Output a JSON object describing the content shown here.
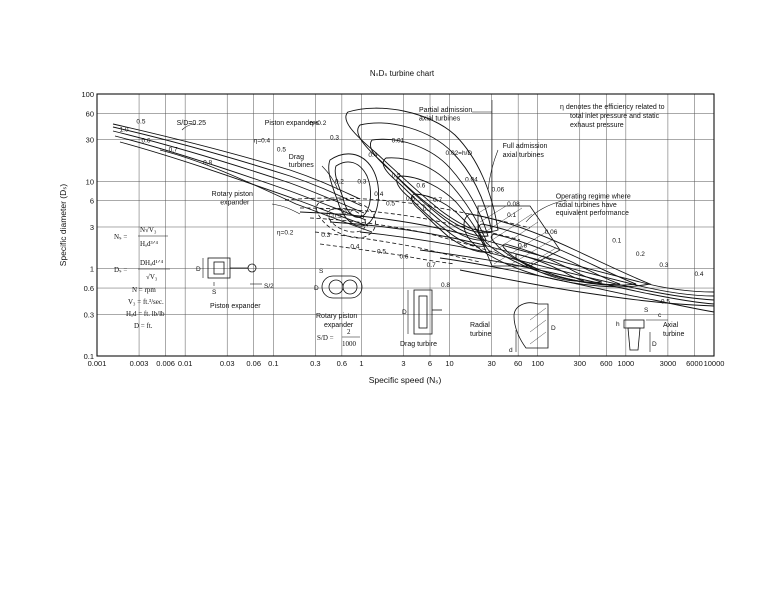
{
  "chart_data": {
    "type": "line",
    "title": "NₛDₛ turbine chart",
    "xlabel": "Specific speed (Nₛ)",
    "ylabel": "Specific diameter (Dₛ)",
    "x_scale": "log",
    "y_scale": "log",
    "xlim": [
      0.001,
      10000
    ],
    "ylim": [
      0.1,
      100
    ],
    "grid": true,
    "x_ticks": [
      {
        "label": "0.001",
        "value": 0.001
      },
      {
        "label": "0.003",
        "value": 0.003
      },
      {
        "label": "0.006",
        "value": 0.006
      },
      {
        "label": "0.01",
        "value": 0.01
      },
      {
        "label": "0.03",
        "value": 0.03
      },
      {
        "label": "0.06",
        "value": 0.06
      },
      {
        "label": "0.1",
        "value": 0.1
      },
      {
        "label": "0.3",
        "value": 0.3
      },
      {
        "label": "0.6",
        "value": 0.6
      },
      {
        "label": "1",
        "value": 1
      },
      {
        "label": "3",
        "value": 3
      },
      {
        "label": "6",
        "value": 6
      },
      {
        "label": "10",
        "value": 10
      },
      {
        "label": "30",
        "value": 30
      },
      {
        "label": "60",
        "value": 60
      },
      {
        "label": "100",
        "value": 100
      },
      {
        "label": "300",
        "value": 300
      },
      {
        "label": "600",
        "value": 600
      },
      {
        "label": "1000",
        "value": 1000
      },
      {
        "label": "3000",
        "value": 3000
      },
      {
        "label": "6000",
        "value": 6000
      },
      {
        "label": "10000",
        "value": 10000
      }
    ],
    "y_ticks": [
      {
        "label": "100",
        "value": 100
      },
      {
        "label": "60",
        "value": 60
      },
      {
        "label": "30",
        "value": 30
      },
      {
        "label": "10",
        "value": 10
      },
      {
        "label": "6",
        "value": 6
      },
      {
        "label": "3",
        "value": 3
      },
      {
        "label": "1",
        "value": 1
      },
      {
        "label": "0.6",
        "value": 0.6
      },
      {
        "label": "0.3",
        "value": 0.3
      },
      {
        "label": "0.1",
        "value": 0.1
      }
    ],
    "region_labels": [
      {
        "text": "S/D=0.25",
        "x": 0.008,
        "y": 44
      },
      {
        "text": "Piston expanders",
        "x": 0.08,
        "y": 44
      },
      {
        "text": "Partial admission",
        "x": 4.5,
        "y": 62
      },
      {
        "text": "axial turbines",
        "x": 4.5,
        "y": 50
      },
      {
        "text": "Full admission",
        "x": 40,
        "y": 24
      },
      {
        "text": "axial turbines",
        "x": 40,
        "y": 19
      },
      {
        "text": "Drag",
        "x": 0.15,
        "y": 18
      },
      {
        "text": "turbines",
        "x": 0.15,
        "y": 14.5
      },
      {
        "text": "Rotary piston",
        "x": 0.02,
        "y": 6.8
      },
      {
        "text": "expander",
        "x": 0.025,
        "y": 5.4
      },
      {
        "text": "Operating regime where",
        "x": 160,
        "y": 6.4
      },
      {
        "text": "radial turbines have",
        "x": 160,
        "y": 5.1
      },
      {
        "text": "equivalent performance",
        "x": 160,
        "y": 4.1
      }
    ],
    "note": [
      "η denotes the efficiency related to",
      "total inlet pressure and static",
      "exhaust pressure"
    ],
    "efficiency_labels": [
      {
        "text": "0.5",
        "x": 0.0028,
        "y": 46
      },
      {
        "text": "1.0",
        "x": 0.0018,
        "y": 37
      },
      {
        "text": "0.6",
        "x": 0.0032,
        "y": 28
      },
      {
        "text": "0.7",
        "x": 0.0065,
        "y": 22
      },
      {
        "text": "0.8",
        "x": 0.016,
        "y": 15.5
      },
      {
        "text": "η=0.4",
        "x": 0.06,
        "y": 28
      },
      {
        "text": "0.5",
        "x": 0.11,
        "y": 22
      },
      {
        "text": "η=0.2",
        "x": 0.26,
        "y": 44
      },
      {
        "text": "0.3",
        "x": 0.44,
        "y": 30
      },
      {
        "text": "0.01",
        "x": 2.2,
        "y": 28
      },
      {
        "text": "0.4",
        "x": 1.2,
        "y": 19
      },
      {
        "text": "0.02=h/D",
        "x": 9,
        "y": 20
      },
      {
        "text": "0.5",
        "x": 2.2,
        "y": 11
      },
      {
        "text": "0.04",
        "x": 15,
        "y": 10
      },
      {
        "text": "0.6",
        "x": 4.2,
        "y": 8.5
      },
      {
        "text": "0.06",
        "x": 30,
        "y": 7.6
      },
      {
        "text": "0.7",
        "x": 6.5,
        "y": 5.8
      },
      {
        "text": "0.08",
        "x": 45,
        "y": 5.2
      },
      {
        "text": "0.1",
        "x": 45,
        "y": 3.9
      },
      {
        "text": "0.06",
        "x": 120,
        "y": 2.5
      },
      {
        "text": "0.2",
        "x": 0.5,
        "y": 9.5
      },
      {
        "text": "0.3",
        "x": 0.9,
        "y": 9.5
      },
      {
        "text": "0.4",
        "x": 1.4,
        "y": 6.8
      },
      {
        "text": "0.5",
        "x": 1.9,
        "y": 5.3
      },
      {
        "text": "0.6",
        "x": 3.2,
        "y": 6.0
      },
      {
        "text": "0.7",
        "x": 5,
        "y": 4.6
      },
      {
        "text": "(-0.3",
        "x": 0.42,
        "y": 3.8
      },
      {
        "text": "0.2",
        "x": 0.62,
        "y": 4.2
      },
      {
        "text": "η=0.2",
        "x": 0.11,
        "y": 2.45
      },
      {
        "text": "0.3",
        "x": 0.35,
        "y": 2.3
      },
      {
        "text": "0.4",
        "x": 0.75,
        "y": 1.7
      },
      {
        "text": "0.5",
        "x": 1.5,
        "y": 1.5
      },
      {
        "text": "0.6",
        "x": 2.7,
        "y": 1.3
      },
      {
        "text": "0.7",
        "x": 5.5,
        "y": 1.05
      },
      {
        "text": "0.8",
        "x": 60,
        "y": 1.75
      },
      {
        "text": "0.8",
        "x": 8,
        "y": 0.62
      },
      {
        "text": "0.1",
        "x": 700,
        "y": 2.0
      },
      {
        "text": "0.2",
        "x": 1300,
        "y": 1.4
      },
      {
        "text": "0.3",
        "x": 2400,
        "y": 1.05
      },
      {
        "text": "0.4",
        "x": 6000,
        "y": 0.82
      },
      {
        "text": "0.5",
        "x": 2500,
        "y": 0.4
      }
    ],
    "sketch_labels": {
      "piston": "Piston expander",
      "piston_d": "D",
      "piston_s": "S",
      "piston_s2": "S/2",
      "rotary_1": "Rotary piston",
      "rotary_2": "expander",
      "rotary_s": "S",
      "rotary_d": "D",
      "drag": "Drag turbire",
      "drag_d": "D",
      "radial_1": "Radial",
      "radial_2": "turbine",
      "radial_d": "d",
      "radial_dd": "D",
      "axial_1": "Axial",
      "axial_2": "turbine",
      "axial_s": "S",
      "axial_c": "c",
      "axial_d": "D",
      "axial_h": "h"
    },
    "equations": {
      "ns_lhs": "Nₛ =",
      "ns_num": "N√V₃",
      "ns_den": "Hₐd³ᐟ⁴",
      "ds_lhs": "Dₛ =",
      "ds_num": "DHₐd¹ᐟ⁴",
      "ds_den": "√V₃",
      "n_def": "N = rpm",
      "v_def": "V₃ = ft.³/sec.",
      "h_def": "Hₐd = ft. lb/lb",
      "d_def": "D = ft.",
      "sd_lhs": "S/D =",
      "sd_num": "2",
      "sd_den": "1000"
    }
  }
}
